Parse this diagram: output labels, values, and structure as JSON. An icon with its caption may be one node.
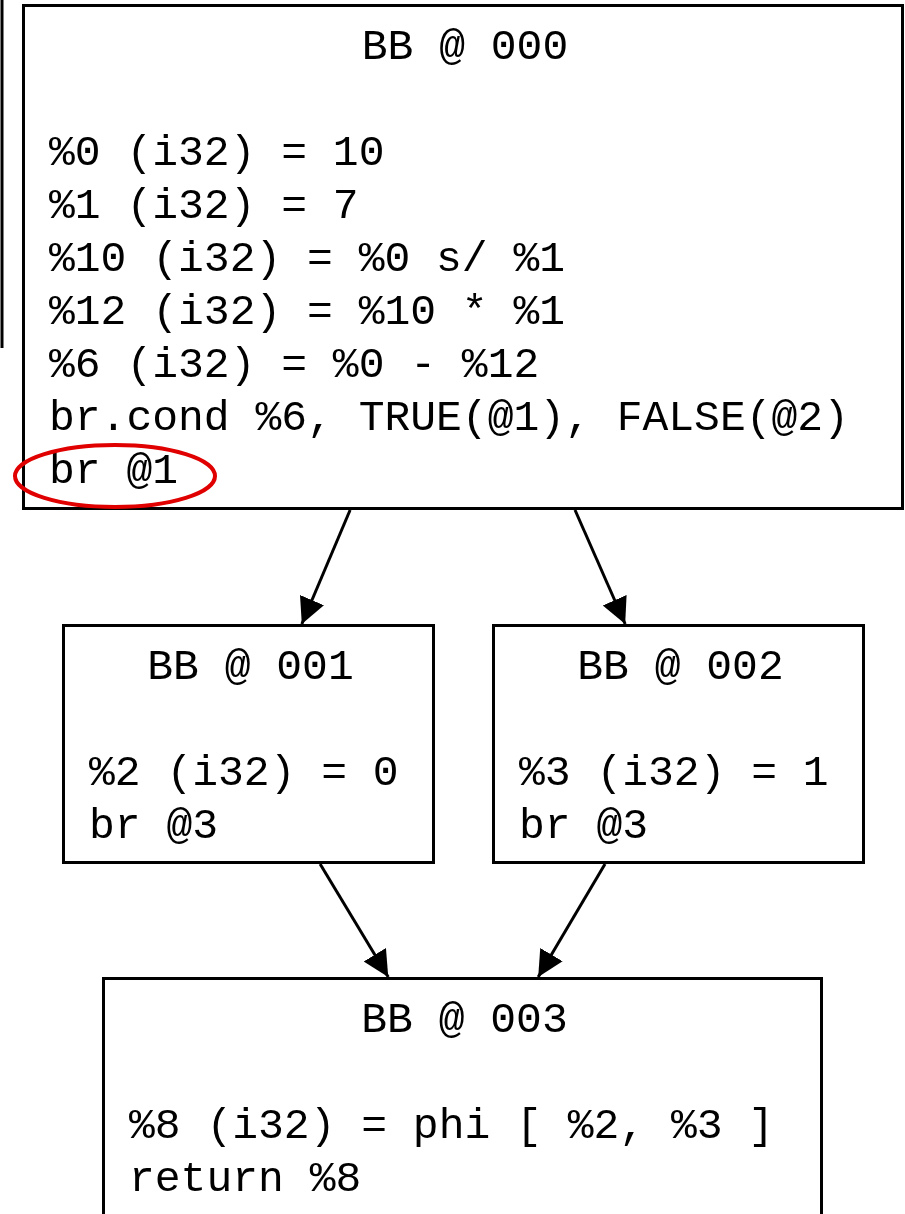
{
  "diagram": {
    "nodes": [
      {
        "text": [
          "BB @ 000",
          "%0 (i32) = 10",
          "%1 (i32) = 7",
          "%10 (i32) = %0 s/ %1",
          "%12 (i32) = %10 * %1",
          "%6 (i32) = %0 - %12",
          "br.cond %6, TRUE(@1), FALSE(@2)",
          "br @1"
        ]
      },
      {
        "text": [
          "BB @ 001",
          "%2 (i32) = 0",
          "br @3"
        ]
      },
      {
        "text": [
          "BB @ 002",
          "%3 (i32) = 1",
          "br @3"
        ]
      },
      {
        "text": [
          "BB @ 003",
          "%8 (i32) = phi [ %2, %3 ]",
          "return %8"
        ]
      }
    ],
    "edges": [
      {
        "from": 0,
        "to": 1,
        "arrow": "to"
      },
      {
        "from": 0,
        "to": 2,
        "arrow": "to"
      },
      {
        "from": 1,
        "to": 3,
        "arrow": "to"
      },
      {
        "from": 2,
        "to": 3,
        "arrow": "to"
      }
    ]
  }
}
